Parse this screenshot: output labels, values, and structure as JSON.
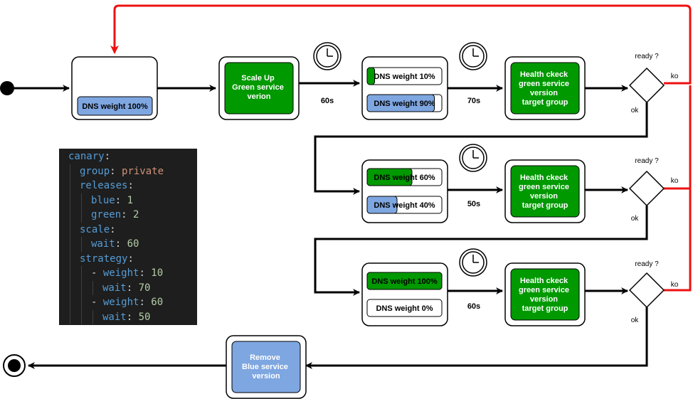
{
  "colors": {
    "green": "#009900",
    "blue": "#7ea6e0",
    "red": "#ee1111",
    "black": "#000000"
  },
  "nodes": {
    "dns_100_initial": "DNS weight 100%",
    "scale_up": [
      "Scale Up",
      "Green service",
      "verion"
    ],
    "step1": {
      "green_label": "DNS weight 10%",
      "blue_label": "DNS weight 90%",
      "green_pct": 10,
      "blue_pct": 90
    },
    "step2": {
      "green_label": "DNS weight 60%",
      "blue_label": "DNS weight 40%",
      "green_pct": 60,
      "blue_pct": 40
    },
    "step3": {
      "green_label": "DNS weight 100%",
      "blue_label": "DNS weight 0%",
      "green_pct": 100,
      "blue_pct": 0
    },
    "health_check": [
      "Health ckeck",
      "green service",
      "version",
      "target group"
    ],
    "remove_blue": [
      "Remove",
      "Blue service",
      "version"
    ]
  },
  "edge_labels": {
    "wait1": "60s",
    "wait2": "70s",
    "wait3": "50s",
    "wait4": "60s",
    "ready": "ready ?",
    "ko": "ko",
    "ok": "ok"
  },
  "icons": {
    "timer": "clock-icon"
  },
  "yaml": {
    "lines": [
      {
        "indent": 0,
        "key": "canary",
        "value": "",
        "type": ""
      },
      {
        "indent": 1,
        "key": "group",
        "value": "private",
        "type": "str"
      },
      {
        "indent": 1,
        "key": "releases",
        "value": "",
        "type": ""
      },
      {
        "indent": 2,
        "key": "blue",
        "value": "1",
        "type": "num"
      },
      {
        "indent": 2,
        "key": "green",
        "value": "2",
        "type": "num"
      },
      {
        "indent": 1,
        "key": "scale",
        "value": "",
        "type": ""
      },
      {
        "indent": 2,
        "key": "wait",
        "value": "60",
        "type": "num"
      },
      {
        "indent": 1,
        "key": "strategy",
        "value": "",
        "type": ""
      },
      {
        "indent": 2,
        "key": "weight",
        "value": "10",
        "type": "num",
        "dash": true
      },
      {
        "indent": 3,
        "key": "wait",
        "value": "70",
        "type": "num"
      },
      {
        "indent": 2,
        "key": "weight",
        "value": "60",
        "type": "num",
        "dash": true
      },
      {
        "indent": 3,
        "key": "wait",
        "value": "50",
        "type": "num"
      }
    ]
  }
}
